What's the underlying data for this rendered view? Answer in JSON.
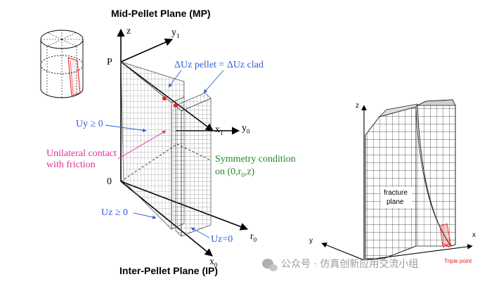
{
  "left_diagram": {
    "top_title": "Mid-Pellet Plane (MP)",
    "bottom_title": "Inter-Pellet Plane (IP)",
    "axis_z": "z",
    "axis_y1": "y",
    "axis_y1_sub": "1",
    "axis_x1": "x",
    "axis_x1_sub": "1",
    "axis_y0": "y",
    "axis_y0_sub": "0",
    "axis_r0": "r",
    "axis_r0_sub": "0",
    "axis_x0": "x",
    "axis_x0_sub": "0",
    "point_p": "P",
    "point_0": "0",
    "label_duz": "ΔUz pellet = ΔUz clad",
    "label_uy": "Uy ≥ 0",
    "label_contact_line1": "Unilateral contact",
    "label_contact_line2": "with friction",
    "label_symmetry_line1": "Symmetry condition",
    "label_symmetry_line2": "on (0,r",
    "label_symmetry_sub": "0",
    "label_symmetry_end": ",z)",
    "label_uz_ge": "Uz ≥ 0",
    "label_uz_eq": "Uz=0"
  },
  "right_diagram": {
    "axis_z": "z",
    "axis_y": "y",
    "axis_x": "x",
    "fracture_line1": "fracture",
    "fracture_line2": "plane",
    "triple_point": "Triple point"
  },
  "watermark": {
    "text": "公众号 · 仿真创新应用交流小组"
  },
  "colors": {
    "blue_label": "#2f5fd8",
    "pink_label": "#e0309a",
    "green_label": "#1f8a1f",
    "red_marker": "#e02020"
  }
}
